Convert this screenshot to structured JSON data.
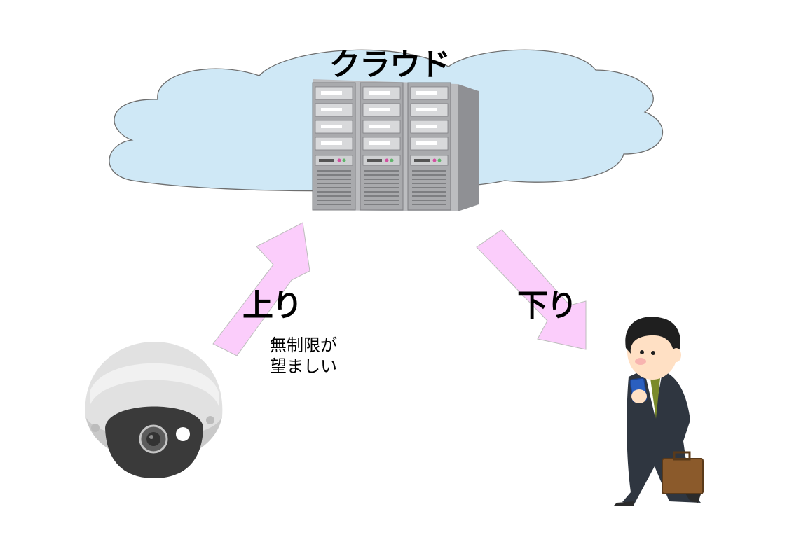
{
  "labels": {
    "cloud_title": "クラウド",
    "upload": "上り",
    "download": "下り",
    "note_line1": "無制限が",
    "note_line2": "望ましい"
  },
  "icons": {
    "cloud": "cloud-shape",
    "server": "server-rack-icon",
    "camera": "dome-security-camera-icon",
    "person": "businessman-with-smartphone-icon"
  },
  "colors": {
    "cloud_fill": "#cfe8f6",
    "arrow_fill": "#fbcdfb",
    "server_gray": "#a7a8ab",
    "suit": "#2f3640"
  }
}
